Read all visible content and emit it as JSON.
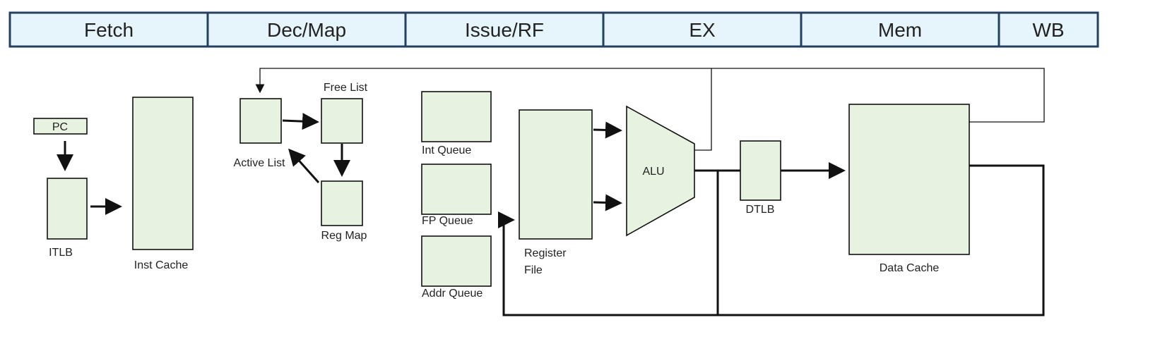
{
  "stages": [
    "Fetch",
    "Dec/Map",
    "Issue/RF",
    "EX",
    "Mem",
    "WB"
  ],
  "units": {
    "pc": "PC",
    "itlb": "ITLB",
    "inst_cache": "Inst Cache",
    "active_list": "Active List",
    "free_list": "Free List",
    "reg_map": "Reg Map",
    "int_queue": "Int Queue",
    "fp_queue": "FP Queue",
    "addr_queue": "Addr Queue",
    "register_file_line1": "Register",
    "register_file_line2": "File",
    "alu": "ALU",
    "dtlb": "DTLB",
    "data_cache": "Data Cache"
  },
  "colors": {
    "stage_fill": "#e6f4fb",
    "stage_border": "#243f60",
    "unit_fill": "#e8f2e1",
    "line": "#111111"
  }
}
